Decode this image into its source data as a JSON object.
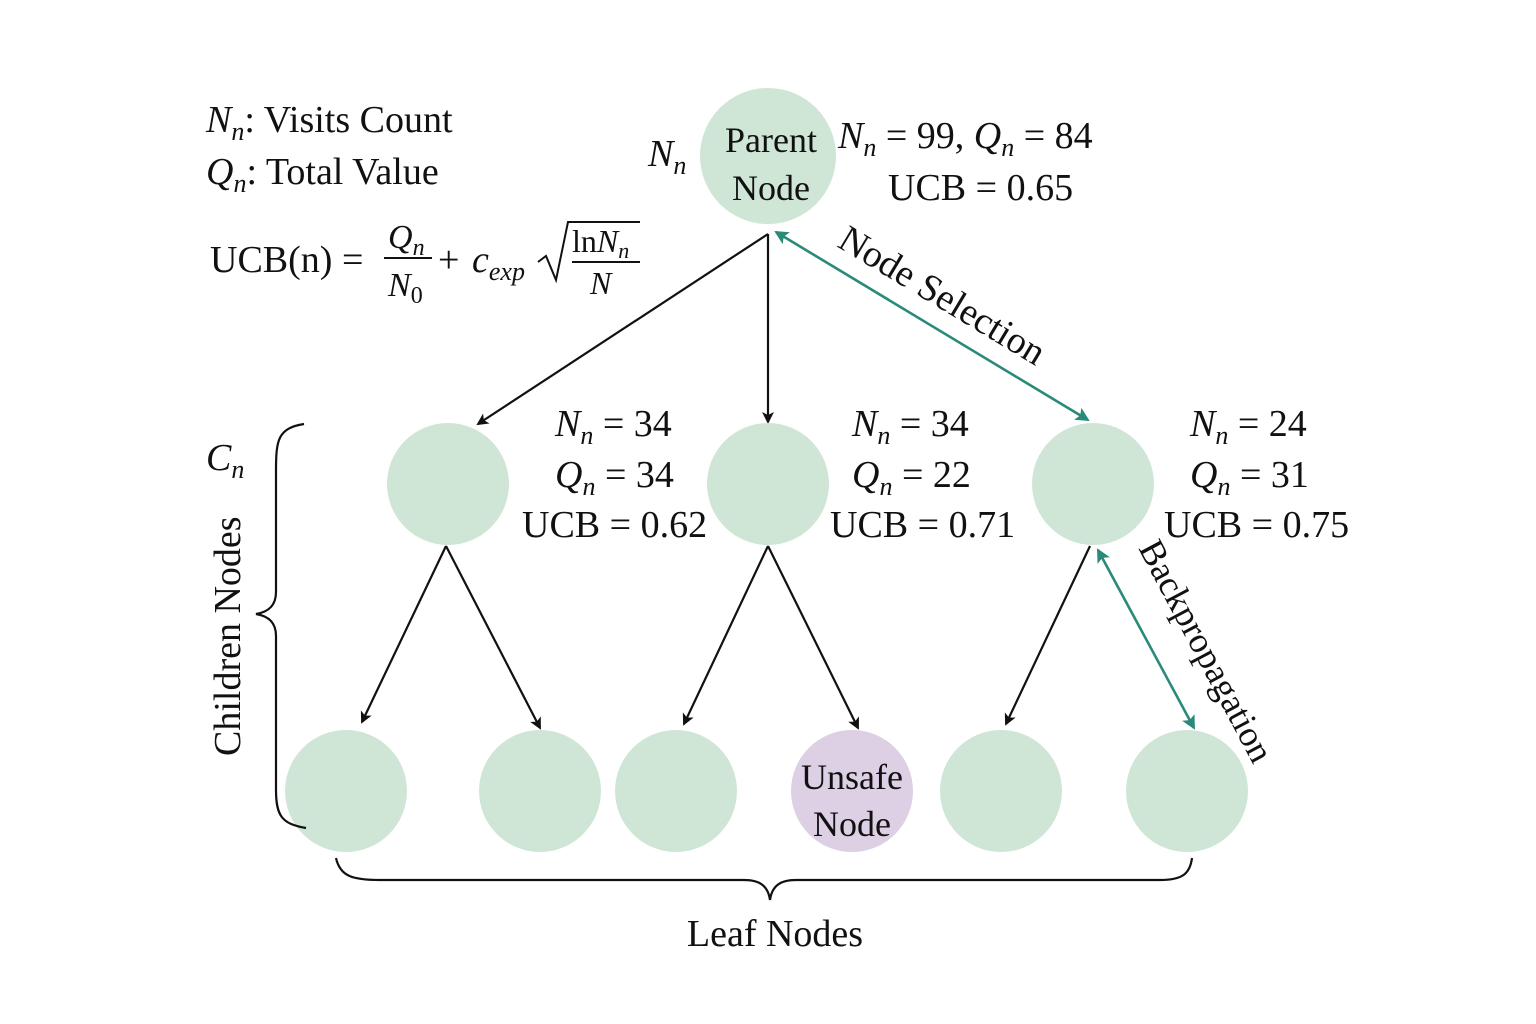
{
  "colors": {
    "node_fill": "#cfe6d6",
    "unsafe_fill": "#ddd0e4",
    "edge": "#111111",
    "accent": "#2a8a7a"
  },
  "legend": {
    "n_symbol": "N",
    "n_sub": "n",
    "n_desc": ": Visits Count",
    "q_symbol": "Q",
    "q_sub": "n",
    "q_desc": ": Total Value"
  },
  "formula": {
    "lhs": "UCB(n) =",
    "numerator": "Q",
    "numerator_sub": "n",
    "denominator": "N",
    "denominator_sub": "0",
    "plus": "+",
    "c": "c",
    "c_sub": "exp",
    "ln_text": "ln",
    "ln_n": "N",
    "ln_n_sub": "n",
    "sqrt_denominator": "N"
  },
  "parent": {
    "side_label": "N",
    "side_label_sub": "n",
    "line1": "Parent",
    "line2": "Node",
    "stats_line1": "N",
    "stats_line1_sub": "n",
    "stats_line1_mid": " = 99, ",
    "stats_line1_q": "Q",
    "stats_line1_q_sub": "n",
    "stats_line1_end": " = 84",
    "stats_line2": "UCB = 0.65"
  },
  "children": [
    {
      "n_val": " = 34",
      "q_val": " = 34",
      "ucb": "UCB = 0.62"
    },
    {
      "n_val": " = 34",
      "q_val": " = 22",
      "ucb": "UCB = 0.71"
    },
    {
      "n_val": " = 24",
      "q_val": " = 31",
      "ucb": "UCB = 0.75"
    }
  ],
  "stat_symbols": {
    "n": "N",
    "q": "Q",
    "sub": "n"
  },
  "unsafe": {
    "line1": "Unsafe",
    "line2": "Node"
  },
  "labels": {
    "node_selection": "Node Selection",
    "backpropagation": "Backpropagation",
    "children_nodes": "Children Nodes",
    "c_symbol": "C",
    "c_sub": "n",
    "leaf_nodes": "Leaf Nodes"
  }
}
